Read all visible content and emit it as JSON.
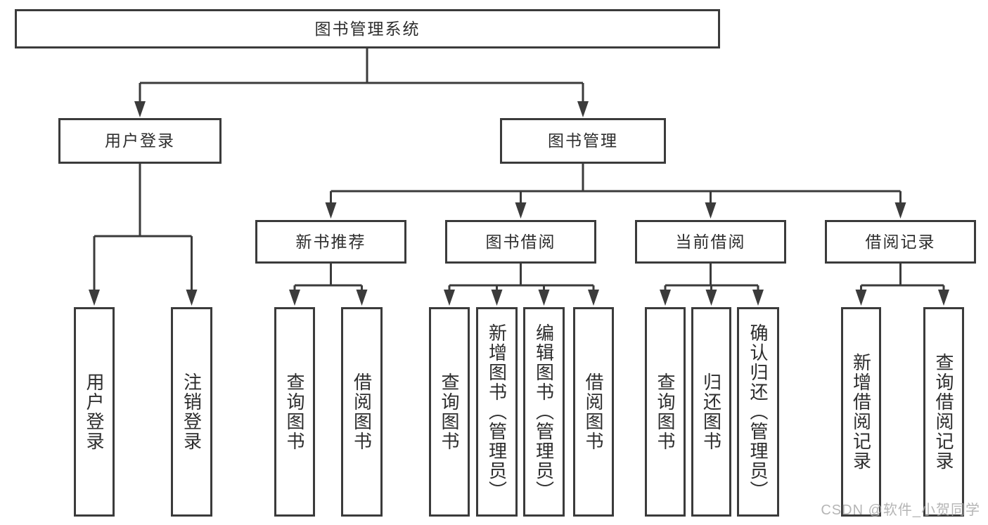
{
  "page": {
    "background": "#ffffff"
  },
  "colors": {
    "line": "#3b3b3b",
    "text": "#2d2d2d",
    "watermark": "#a9a9a9"
  },
  "tree": {
    "root": {
      "label": "图书管理系统",
      "children": [
        {
          "label": "用户登录",
          "children": [
            {
              "label": "用户登录"
            },
            {
              "label": "注销登录"
            }
          ]
        },
        {
          "label": "图书管理",
          "children": [
            {
              "label": "新书推荐",
              "children": [
                {
                  "label": "查询图书"
                },
                {
                  "label": "借阅图书"
                }
              ]
            },
            {
              "label": "图书借阅",
              "children": [
                {
                  "label": "查询图书"
                },
                {
                  "label": "新增图书（管理员）"
                },
                {
                  "label": "编辑图书（管理员）"
                },
                {
                  "label": "借阅图书"
                }
              ]
            },
            {
              "label": "当前借阅",
              "children": [
                {
                  "label": "查询图书"
                },
                {
                  "label": "归还图书"
                },
                {
                  "label": "确认归还（管理员）"
                }
              ]
            },
            {
              "label": "借阅记录",
              "children": [
                {
                  "label": "新增借阅记录"
                },
                {
                  "label": "查询借阅记录"
                }
              ]
            }
          ]
        }
      ]
    }
  },
  "watermark": {
    "text": "CSDN @软件_小贺同学"
  }
}
